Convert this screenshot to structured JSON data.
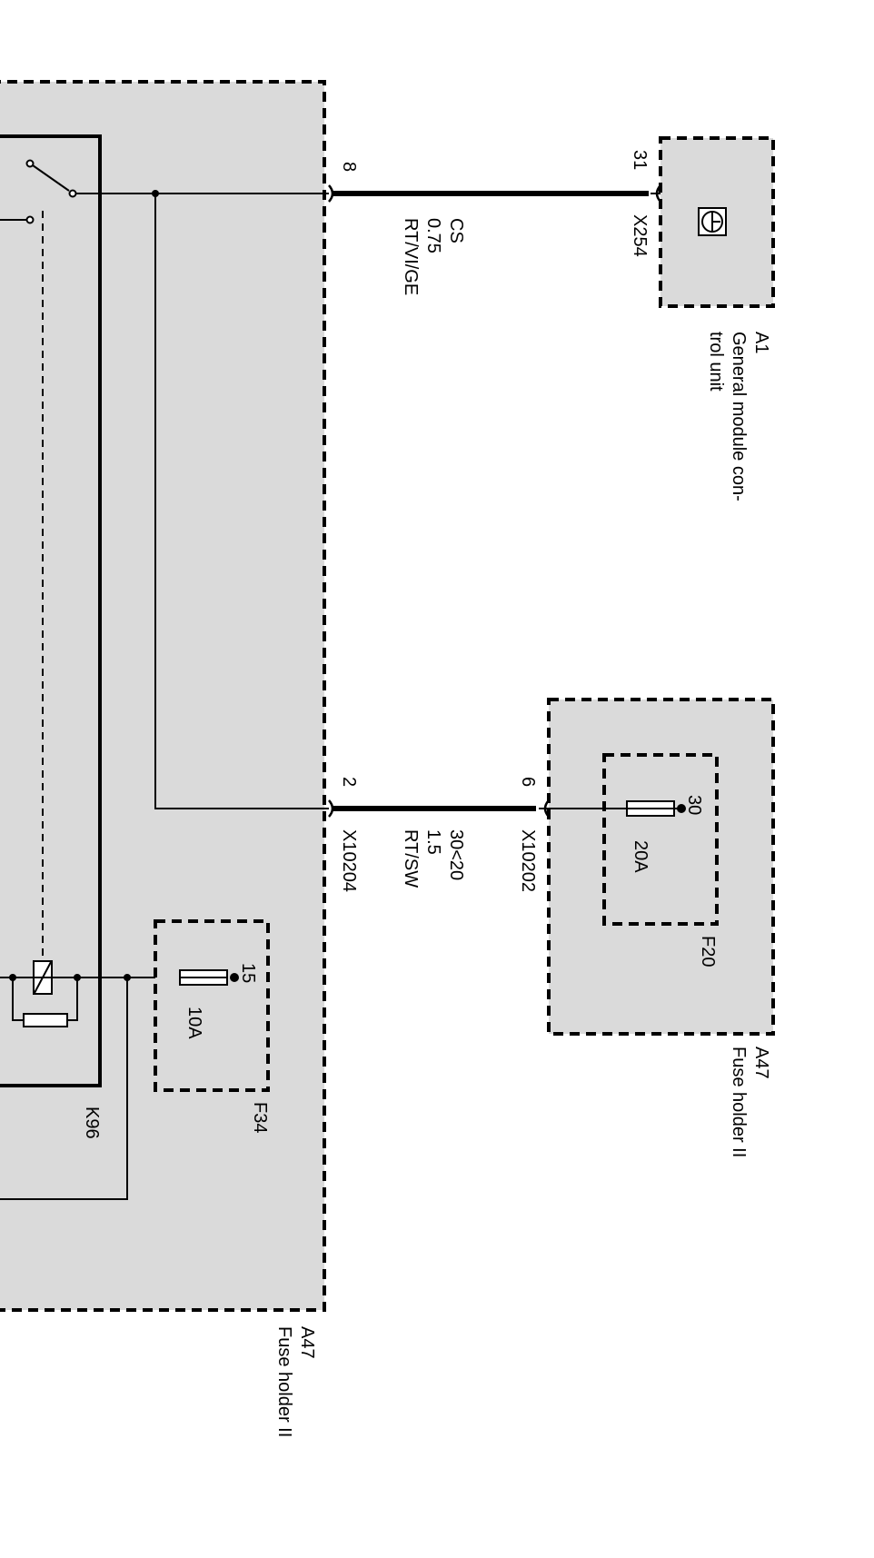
{
  "colors": {
    "background": "#ffffff",
    "module_fill": "#dadada",
    "line": "#000000"
  },
  "modules": {
    "a47_main": {
      "id": "A47",
      "name": "Fuse holder II"
    },
    "a47_upper": {
      "id": "A47",
      "name": "Fuse holder II"
    },
    "a1": {
      "id": "A1",
      "name_line1": "General module con-",
      "name_line2": "trol unit"
    }
  },
  "relay": {
    "id": "K96"
  },
  "fuses": {
    "f34": {
      "id": "F34",
      "terminal": "15",
      "rating": "10A"
    },
    "f20": {
      "id": "F20",
      "terminal": "30",
      "rating": "20A"
    }
  },
  "wires": {
    "top": {
      "left_pin": "8",
      "right_pin": "31",
      "connector": "X254",
      "circuit": "CS",
      "cross_section": "0.75",
      "color_code": "RT/VI/GE"
    },
    "middle": {
      "left_pin": "2",
      "right_pin": "6",
      "left_connector": "X10204",
      "right_connector": "X10202",
      "circuit": "30<20",
      "cross_section": "1.5",
      "color_code": "RT/SW"
    }
  },
  "icons": [
    "ground-symbol-icon",
    "relay-coil-icon",
    "fuse-icon",
    "switch-contact-icon"
  ]
}
